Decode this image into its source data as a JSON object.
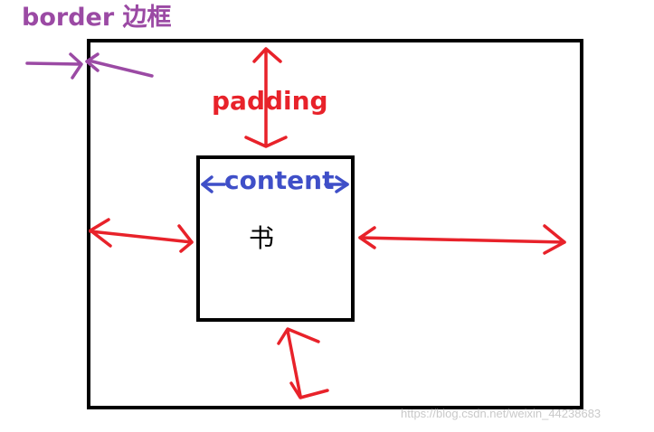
{
  "labels": {
    "border": "border 边框",
    "padding": "padding",
    "content": "content",
    "content_char": "书"
  },
  "watermark": "https://blog.csdn.net/weixin_44238683",
  "colors": {
    "border": "#9b4aa4",
    "padding": "#e8222a",
    "content": "#3f4fc8",
    "box": "#000000"
  }
}
